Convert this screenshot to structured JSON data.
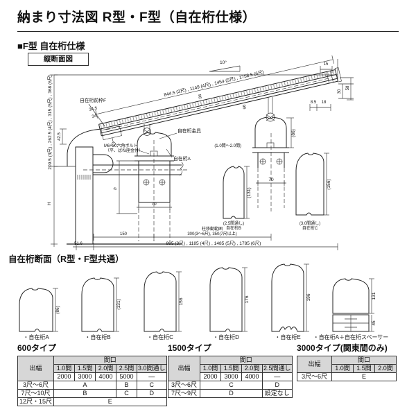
{
  "page": {
    "title": "納まり寸法図 R型・F型（自在桁仕様）"
  },
  "section": {
    "heading": "■F型 自在桁仕様",
    "view_label": "縦断面図"
  },
  "drawing": {
    "slope": "10°",
    "labels": {
      "front_frame": "自在桁前枠F",
      "bracket": "自在桁金具",
      "girder_a": "自在桁A",
      "bolt_line1": "M6×20六角ボルト",
      "bolt_line2": "（平、ばね座金付）",
      "span_note": "(1.0間～2.0間)",
      "girder_b_note": "(2.5間通し)",
      "girder_b": "自在桁B",
      "girder_c_note": "(3.0間通し)",
      "girder_c": "自在桁C",
      "post_range_label": "柱移動範囲",
      "post_range_values": "300(3～6尺), 350(7尺以上)"
    },
    "dims": {
      "roof_span": "844.5 (3尺) , 1149 (4尺) , 1454 (5尺) , 1758.5 (6尺)",
      "left_drop": "209.5 (3尺) , 262.5 (4尺) , 315 (5尺) , 368 (6尺)",
      "bottom_span": "885 (3尺) , 1185 (4尺) , 1485 (5尺) , 1785 (6尺)",
      "d42_5": "42.5",
      "d34_5": "34.5",
      "d34": "34",
      "H": "H",
      "h": "h",
      "d70a": "70",
      "d70b": "70",
      "d86": "(86)",
      "d131": "(131)",
      "d156": "(156)",
      "d96a": "96",
      "d96b": "96",
      "d15": "15",
      "d30": "30",
      "d58": "58",
      "d8_5": "8.5",
      "d18": "18",
      "d51_6": "51.6",
      "d150": "150"
    }
  },
  "profiles": {
    "heading": "自在桁断面（R型・F型共通）",
    "items": [
      {
        "label": "・自在桁A",
        "dim": "(86)"
      },
      {
        "label": "・自在桁B",
        "dim": "(131)"
      },
      {
        "label": "・自在桁C",
        "dim": "156"
      },
      {
        "label": "・自在桁D",
        "dim": "176"
      },
      {
        "label": "・自在桁E",
        "dim": "196"
      },
      {
        "label": "・自在桁A＋自在桁スペーサー",
        "dim": "131",
        "dim2": "45"
      }
    ]
  },
  "tables": {
    "t600": {
      "title": "600タイプ",
      "col_debuchi": "出幅",
      "col_maguchi": "間口",
      "cols": [
        "1.0間",
        "1.5間",
        "2.0間",
        "2.5間",
        "3.0間通し"
      ],
      "widths": [
        "2000",
        "3000",
        "4000",
        "5000",
        "—"
      ],
      "rows": [
        {
          "label": "3尺～6尺",
          "cells": [
            "A",
            "B",
            "C"
          ]
        },
        {
          "label": "7尺～10尺",
          "cells": [
            "B",
            "C",
            "D"
          ]
        },
        {
          "label": "12尺・15尺",
          "cells": [
            "E"
          ]
        }
      ]
    },
    "t1500": {
      "title": "1500タイプ",
      "col_debuchi": "出幅",
      "col_maguchi": "間口",
      "cols": [
        "1.0間",
        "1.5間",
        "2.0間",
        "2.5間通し"
      ],
      "widths": [
        "2000",
        "3000",
        "4000",
        "—"
      ],
      "rows": [
        {
          "label": "3尺～6尺",
          "cells": [
            "C",
            "D"
          ]
        },
        {
          "label": "7尺～9尺",
          "cells": [
            "D",
            "設定なし"
          ]
        }
      ]
    },
    "t3000": {
      "title": "3000タイプ(関東間のみ)",
      "col_debuchi": "出幅",
      "col_maguchi": "間口",
      "cols": [
        "1.0間",
        "1.5間",
        "2.0間"
      ],
      "rows": [
        {
          "label": "3尺～6尺",
          "cells": [
            "E"
          ]
        }
      ]
    }
  }
}
